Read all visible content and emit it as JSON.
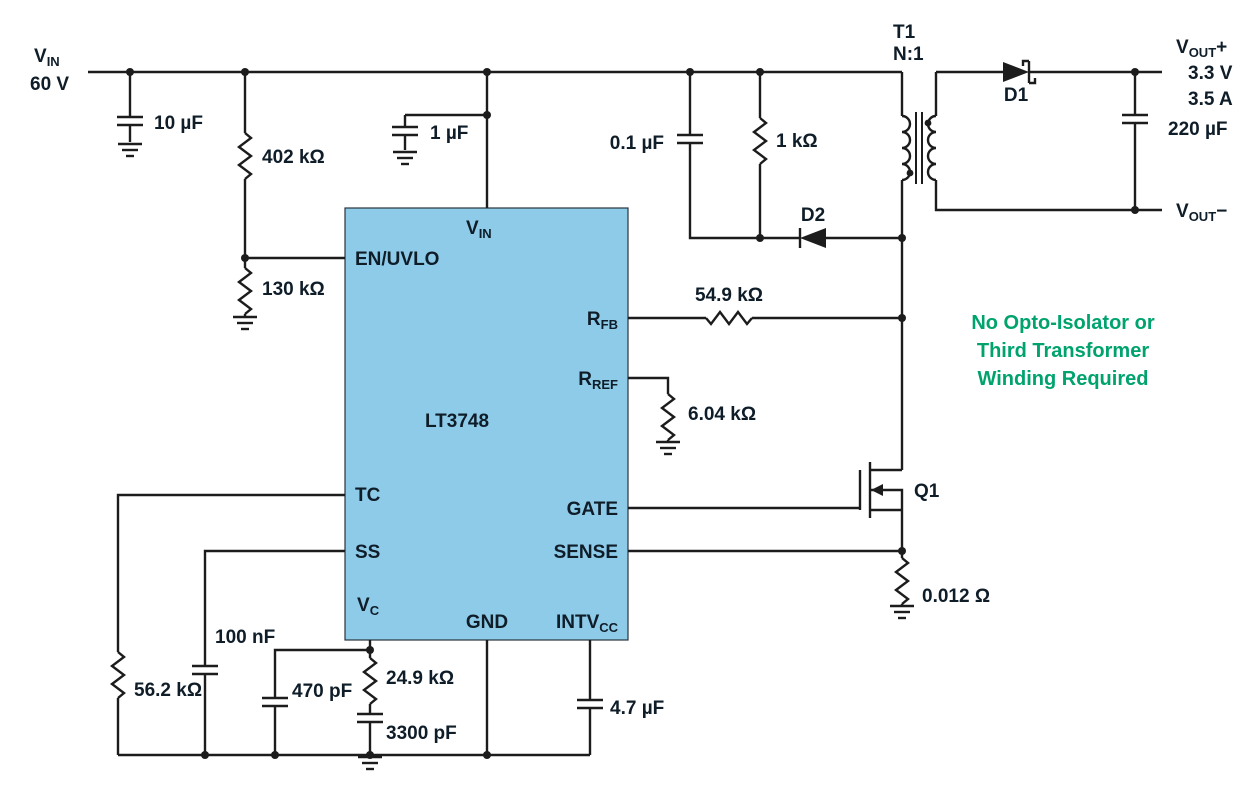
{
  "schematic": {
    "part": "LT3748",
    "input": {
      "name": "V",
      "sub": "IN",
      "value": "60 V"
    },
    "output": {
      "plus": {
        "name": "V",
        "sub": "OUT",
        "sign": "+"
      },
      "minus": {
        "name": "V",
        "sub": "OUT",
        "sign": "−"
      },
      "voltage": "3.3 V",
      "current": "3.5 A"
    },
    "pins": {
      "vin": {
        "name": "V",
        "sub": "IN"
      },
      "en_uvlo": "EN/UVLO",
      "rfb": {
        "name": "R",
        "sub": "FB"
      },
      "rref": {
        "name": "R",
        "sub": "REF"
      },
      "tc": "TC",
      "gate": "GATE",
      "ss": "SS",
      "sense": "SENSE",
      "vc": {
        "name": "V",
        "sub": "C"
      },
      "gnd": "GND",
      "intvcc": {
        "name": "INTV",
        "sub": "CC"
      }
    },
    "components": {
      "cin": "10 µF",
      "r_uvlo_top": "402 kΩ",
      "r_uvlo_bot": "130 kΩ",
      "cvin": "1 µF",
      "csnub": "0.1 µF",
      "rsnub": "1 kΩ",
      "d2": "D2",
      "d1": "D1",
      "t1": "T1",
      "ratio": "N:1",
      "rfb": "54.9 kΩ",
      "rref": "6.04 kΩ",
      "q1": "Q1",
      "rsense": "0.012 Ω",
      "rtc": "56.2 kΩ",
      "css": "100 nF",
      "cvc1": "470 pF",
      "rvc": "24.9 kΩ",
      "cvc2": "3300 pF",
      "cintvcc": "4.7 µF",
      "cout": "220 µF"
    },
    "note": {
      "line1": "No Opto-Isolator or",
      "line2": "Third Transformer",
      "line3": "Winding Required"
    },
    "colors": {
      "ic_fill": "#8ecbe9",
      "note_green": "#00a36e",
      "wire": "#1c1c1c"
    }
  }
}
